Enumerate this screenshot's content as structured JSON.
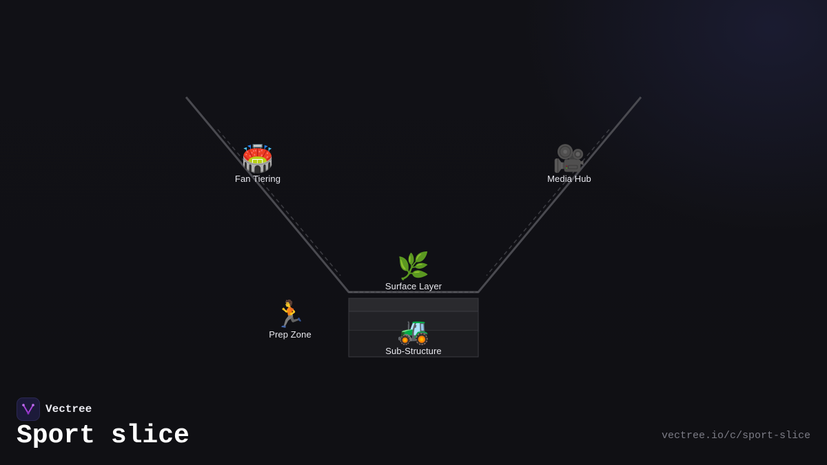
{
  "brand": {
    "name": "Vectree"
  },
  "title": "Sport slice",
  "url": "vectree.io/c/sport-slice",
  "nodes": {
    "fan_tiering": {
      "icon": "🏟️",
      "icon_name": "stadium-icon",
      "label": "Fan Tiering"
    },
    "media_hub": {
      "icon": "🎥",
      "icon_name": "movie-camera-icon",
      "label": "Media Hub"
    },
    "surface_layer": {
      "icon": "🌿",
      "icon_name": "herb-icon",
      "label": "Surface Layer"
    },
    "prep_zone": {
      "icon": "🏃",
      "icon_name": "runner-icon",
      "label": "Prep Zone"
    },
    "sub_structure": {
      "icon": "🚜",
      "icon_name": "tractor-icon",
      "label": "Sub-Structure"
    }
  },
  "colors": {
    "background": "#111116",
    "stroke": "#4a4a50",
    "substructure_fill": "#222226",
    "brand_accent": "#a640d8"
  }
}
